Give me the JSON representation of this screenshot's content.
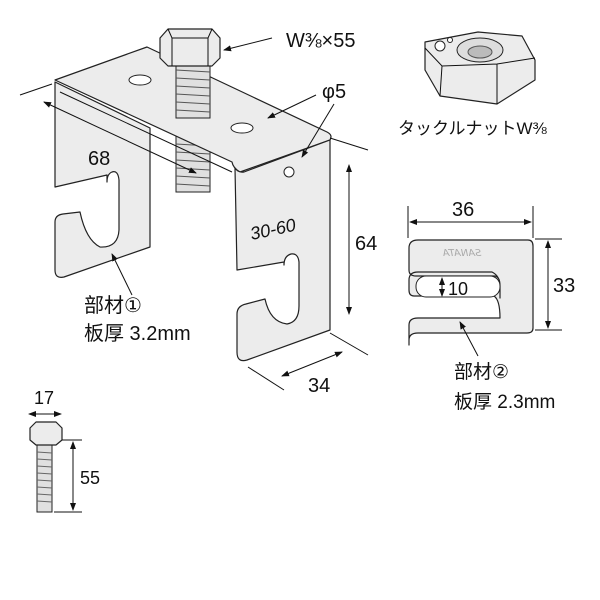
{
  "bracket": {
    "bolt_label": "W⅜×55",
    "hole_label": "φ5",
    "width_label": "68",
    "height_label": "64",
    "depth_label": "34",
    "range_label": "30-60",
    "part_name": "部材①",
    "thickness": "板厚 3.2mm"
  },
  "nut": {
    "label": "タックルナットW⅜"
  },
  "plate": {
    "width_label": "36",
    "height_label": "33",
    "slot_label": "10",
    "part_name": "部材②",
    "thickness": "板厚 2.3mm",
    "logo_text": "SANATA"
  },
  "bolt": {
    "head_label": "17",
    "length_label": "55"
  },
  "colors": {
    "line": "#222222",
    "fill": "#ececec"
  }
}
